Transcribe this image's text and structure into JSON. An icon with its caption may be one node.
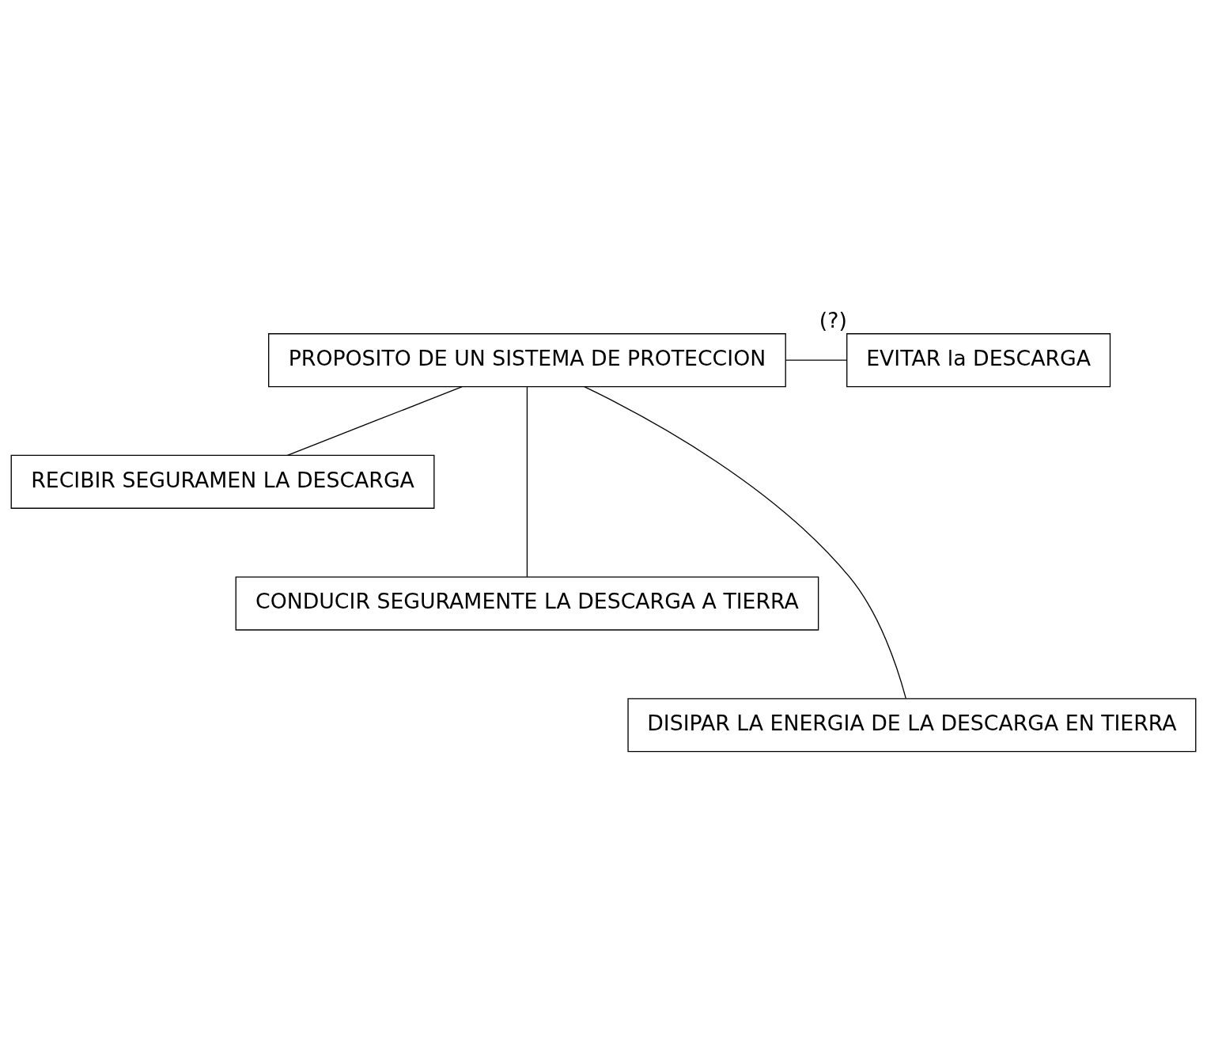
{
  "diagram": {
    "nodes": [
      {
        "text": [
          "PROPOSITO DE UN SISTEMA DE PROTECCION"
        ]
      },
      {
        "text": [
          "EVITAR la DESCARGA"
        ],
        "beside": [
          "(?)"
        ]
      },
      {
        "text": [
          "RECIBIR SEGURAMEN LA DESCARGA"
        ]
      },
      {
        "text": [
          "CONDUCIR SEGURAMENTE LA DESCARGA A TIERRA"
        ]
      },
      {
        "text": [
          "DISIPAR LA ENERGIA DE LA DESCARGA EN TIERRA"
        ]
      }
    ],
    "edges": [
      {
        "from": 0,
        "to": 1,
        "arrow": "none"
      },
      {
        "from": 0,
        "to": 2,
        "arrow": "none"
      },
      {
        "from": 0,
        "to": 3,
        "arrow": "none"
      },
      {
        "from": 0,
        "to": 4,
        "arrow": "none"
      }
    ]
  }
}
